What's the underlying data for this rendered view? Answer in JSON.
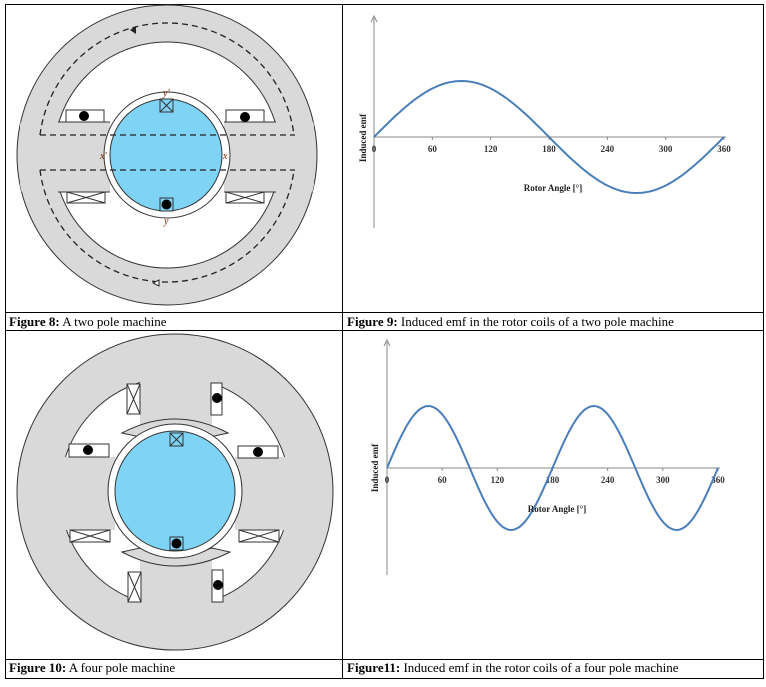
{
  "figures": [
    {
      "label": "Figure 8:",
      "caption": " A two pole machine"
    },
    {
      "label": "Figure 9:",
      "caption": " Induced emf in the rotor coils of a two pole machine"
    },
    {
      "label": "Figure 10:",
      "caption": " A four  pole machine"
    },
    {
      "label": "Figure11:",
      "caption": " Induced emf in the rotor coils of a four pole machine"
    }
  ],
  "two_pole_labels": {
    "y_prime": "y'",
    "y": "y",
    "x_prime": "x'",
    "x": "x"
  },
  "colors": {
    "rotor": "#7fd3f5",
    "stator": "#d9d9d9",
    "curve": "#4a7ebb"
  },
  "chart_data": [
    {
      "type": "line",
      "title": "",
      "xlabel": "Rotor Angle [°]",
      "ylabel": "Induced emf",
      "xlim": [
        0,
        360
      ],
      "xticks": [
        "0",
        "60",
        "120",
        "180",
        "240",
        "300",
        "360"
      ],
      "ylim": [
        -1.2,
        1.2
      ],
      "grid": false,
      "series": [
        {
          "name": "emf",
          "x": [
            0,
            30,
            60,
            90,
            120,
            150,
            180,
            210,
            240,
            270,
            300,
            330,
            360
          ],
          "y": [
            0,
            0.5,
            0.866,
            1,
            0.866,
            0.5,
            0,
            -0.5,
            -0.866,
            -1,
            -0.866,
            -0.5,
            0
          ]
        }
      ]
    },
    {
      "type": "line",
      "title": "",
      "xlabel": "Rotor Angle [°]",
      "ylabel": "Induced emf",
      "xlim": [
        0,
        360
      ],
      "xticks": [
        "0",
        "60",
        "120",
        "180",
        "240",
        "300",
        "360"
      ],
      "ylim": [
        -1.2,
        1.2
      ],
      "grid": false,
      "series": [
        {
          "name": "emf",
          "x": [
            0,
            45,
            90,
            135,
            180,
            225,
            270,
            315,
            360
          ],
          "y": [
            0,
            1,
            0,
            -1,
            0,
            1,
            0,
            -1,
            0
          ]
        }
      ]
    }
  ]
}
